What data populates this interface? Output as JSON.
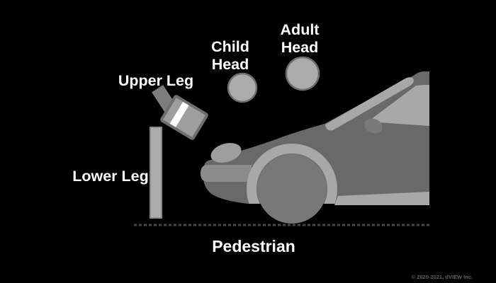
{
  "diagram": {
    "description": "Pedestrian protection impact test zones on a car",
    "labels": {
      "adult_head_line1": "Adult",
      "adult_head_line2": "Head",
      "child_head_line1": "Child",
      "child_head_line2": "Head",
      "upper_leg": "Upper Leg",
      "lower_leg": "Lower Leg",
      "pedestrian": "Pedestrian"
    },
    "footer": {
      "copyright": "© 2020-2021, dVIEW Inc."
    },
    "colors": {
      "background": "#000000",
      "car_body": "#696969",
      "glass": "#a8a8a8",
      "side_window": "#a8a8a8",
      "wheel": "#787878",
      "wheel_arch": "#a8a8a8",
      "rocker_panel": "#a8a8a8",
      "bumper": "#8b8b8b",
      "headlight": "#9e9e9e",
      "mirror": "#7a7a7a",
      "impactor_fill": "#ababab",
      "impactor_stroke": "#6e6e6e",
      "impactor_arm": "#7d7d7d",
      "impactor_band_gray": "#9e9e9e",
      "impactor_band_white": "#ffffff",
      "ground_line": "#474747",
      "label_text": "#ffffff",
      "copyright_text": "#5f5f5f"
    }
  }
}
